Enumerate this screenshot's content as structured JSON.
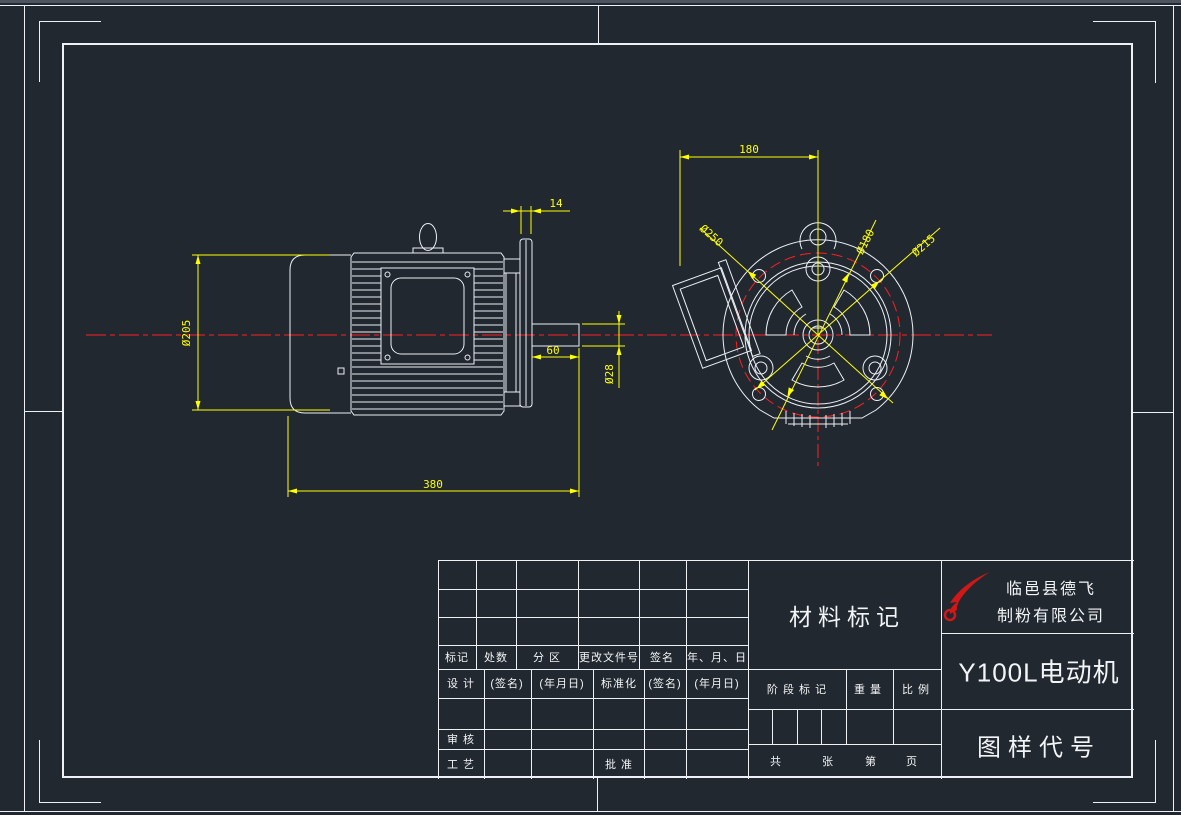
{
  "canvas": {
    "background": "#212830",
    "line_color": "#edf0f4",
    "dimension_color": "#ffff00",
    "centerline_color": "#ff1f1f"
  },
  "drawing": {
    "side_view": {
      "dim_flange_thickness": "14",
      "dim_body_diameter": "Ø205",
      "dim_shaft_extension": "60",
      "dim_shaft_diameter": "Ø28",
      "dim_overall_length": "380"
    },
    "front_view": {
      "dim_width": "180",
      "dim_flange_diameter": "Ø250",
      "dim_spigot_diameter": "Ø180",
      "dim_bolt_circle": "Ø215"
    }
  },
  "title_block": {
    "revision_headers": [
      "标记",
      "处数",
      "分  区",
      "更改文件号",
      "签名",
      "年、月、日"
    ],
    "signature_row": [
      "设  计",
      "(签名)",
      "(年月日)",
      "标准化",
      "(签名)",
      "(年月日)"
    ],
    "audit_label": "审  核",
    "process_label": "工  艺",
    "approve_label": "批  准",
    "material_mark": "材料标记",
    "stage_mark_label": "阶 段 标 记",
    "weight_label": "重 量",
    "scale_label": "比 例",
    "sheet_total": "共",
    "sheet_zhang": "张",
    "sheet_di": "第",
    "sheet_ye": "页",
    "company": {
      "name_line1": "临邑县德飞",
      "name_line2": "制粉有限公司",
      "logo_color": "#d01818"
    },
    "part_name": "Y100L电动机",
    "drawing_code_label": "图样代号"
  }
}
